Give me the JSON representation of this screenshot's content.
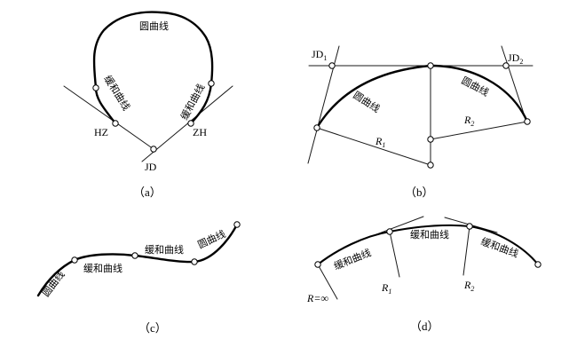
{
  "panel_a": {
    "caption": "（a）",
    "circular_curve": "圆曲线",
    "transition_left": "缓和曲线",
    "transition_right": "缓和曲线",
    "hz": "HZ",
    "zh": "ZH",
    "jd": "JD"
  },
  "panel_b": {
    "caption": "（b）",
    "jd1_main": "JD",
    "jd1_sub": "1",
    "jd2_main": "JD",
    "jd2_sub": "2",
    "circular_left": "圆曲线",
    "circular_right": "圆曲线",
    "r1_main": "R",
    "r1_sub": "1",
    "r2_main": "R",
    "r2_sub": "2"
  },
  "panel_c": {
    "caption": "（c）",
    "circular_left": "圆曲线",
    "transition_left": "缓和曲线",
    "transition_right": "缓和曲线",
    "circular_right": "圆曲线"
  },
  "panel_d": {
    "caption": "（d）",
    "transition_1": "缓和曲线",
    "transition_2": "缓和曲线",
    "transition_3": "缓和曲线",
    "r_inf": "R=∞",
    "r1_main": "R",
    "r1_sub": "1",
    "r2_main": "R",
    "r2_sub": "2"
  }
}
